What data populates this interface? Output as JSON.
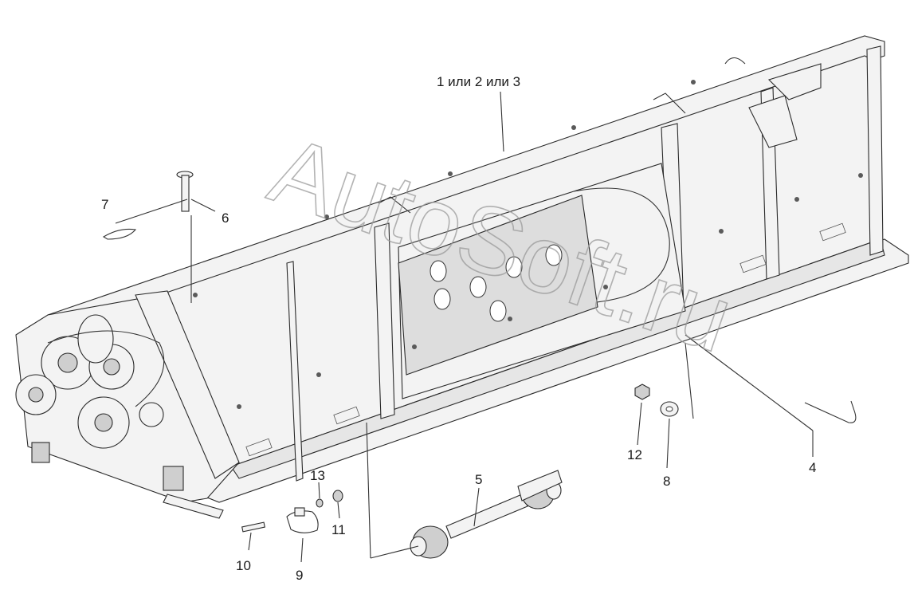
{
  "watermark": "AutoSoft.ru",
  "labels": {
    "main": "1 или 2 или 3",
    "n4": "4",
    "n5": "5",
    "n6": "6",
    "n7": "7",
    "n8": "8",
    "n9": "9",
    "n10": "10",
    "n11": "11",
    "n12": "12",
    "n13": "13"
  }
}
